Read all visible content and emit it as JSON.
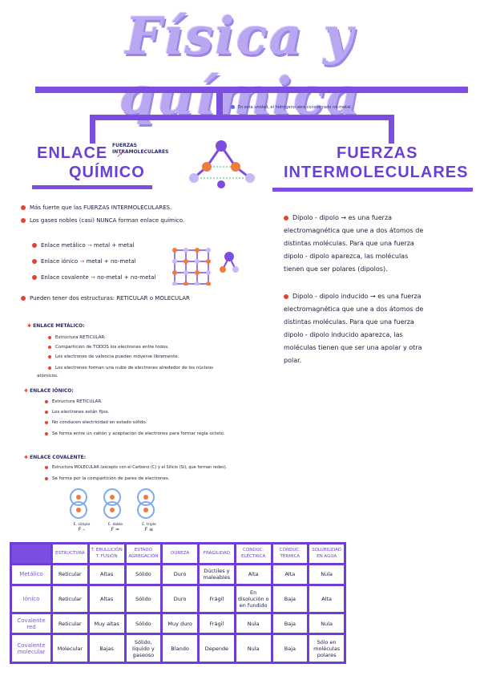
{
  "title": "Física y química",
  "note_top": "En esta unidad, el hidrógeno será considerado no-metal.",
  "enlace_quimico": {
    "heading_line1": "ENLACE",
    "heading_line2": "QUÍMICO",
    "label_fuerzas": "FUERZAS INTRAMOLECULARES",
    "bullets": [
      "Más fuerte que las FUERZAS INTERMOLECULARES.",
      "Los gases nobles (casi) NUNCA forman enlace químico."
    ],
    "tipos": [
      {
        "name": "Enlace metálico",
        "arrow": "→",
        "value": "metal + metal"
      },
      {
        "name": "Enlace iónico",
        "arrow": "→",
        "value": "metal + no-metal"
      },
      {
        "name": "Enlace covalente",
        "arrow": "→",
        "value": "no-metal + no-metal"
      }
    ],
    "estructuras": "Pueden tener dos estructuras: RETICULAR o MOLECULAR"
  },
  "fuerzas_intermoleculares": {
    "heading_line1": "FUERZAS",
    "heading_line2": "INTERMOLECULARES",
    "dipolo_dipolo": "Dipolo - dipolo → es una fuerza electromagnética que une a dos átomos de distintas moléculas. Para que una fuerza dipolo - dipolo aparezca, las moléculas tienen que ser polares (dipolos).",
    "dipolo_inducido": "Dipolo - dipolo inducido → es una fuerza electromagnética que une a dos átomos de distintas moléculas. Para que una fuerza dipolo - dipolo inducido aparezca, las moléculas tienen que ser una apolar y otra polar."
  },
  "metalico": {
    "heading": "ENLACE METÁLICO:",
    "items": [
      "Estructura RETICULAR.",
      "Compartición de TODOS los electrones entre todos.",
      "Los electrones de valencia pueden moverse libremente.",
      "Los electrones forman una nube de electrones alrededor de los núcleos atómicos."
    ]
  },
  "ionico": {
    "heading": "ENLACE IÓNICO:",
    "items": [
      "Estructura RETICULAR.",
      "Los electrones están fijos.",
      "No conducen electricidad en estado sólido.",
      "Se forma entre un catión y aceptación de electrones para formar regla octeto."
    ]
  },
  "covalente": {
    "heading": "ENLACE COVALENTE:",
    "items": [
      "Estructura MOLECULAR (excepto con el Carbono (C) y el Silicio (Si), que forman redes).",
      "Se forma por la compartición de pares de electrones."
    ],
    "diagram_labels": [
      {
        "caption": "E. simple",
        "formula": "F –"
      },
      {
        "caption": "E. doble",
        "formula": "F ="
      },
      {
        "caption": "E. triple",
        "formula": "F ≡"
      }
    ]
  },
  "table": {
    "headers": [
      "ESTRUCTURA",
      "T. EBULLICIÓN T. FUSIÓN",
      "ESTADO AGREGACIÓN",
      "DUREZA",
      "FRAGILIDAD",
      "CONDUC. ELÉCTRICA",
      "CONDUC. TÉRMICA",
      "SOLUBILIDAD EN AGUA"
    ],
    "rows": [
      {
        "label": "Metálico",
        "cells": [
          "Reticular",
          "Altas",
          "Sólido",
          "Duro",
          "Dúctiles y maleables",
          "Alta",
          "Alta",
          "Nula"
        ]
      },
      {
        "label": "Iónico",
        "cells": [
          "Reticular",
          "Altas",
          "Sólido",
          "Duro",
          "Frágil",
          "En disolución o en fundido",
          "Baja",
          "Alta"
        ]
      },
      {
        "label": "Covalente red",
        "cells": [
          "Reticular",
          "Muy altas",
          "Sólido",
          "Muy duro",
          "Frágil",
          "Nula",
          "Baja",
          "Nula"
        ]
      },
      {
        "label": "Covalente molecular",
        "cells": [
          "Molecular",
          "Bajas",
          "Sólido, líquido y gaseoso",
          "Blando",
          "Depende",
          "Nula",
          "Baja",
          "Sólo en moléculas polares"
        ]
      }
    ]
  },
  "colors": {
    "accent": "#7b4de0",
    "title": "#b9a7f2",
    "bullet": "#e8412f"
  }
}
